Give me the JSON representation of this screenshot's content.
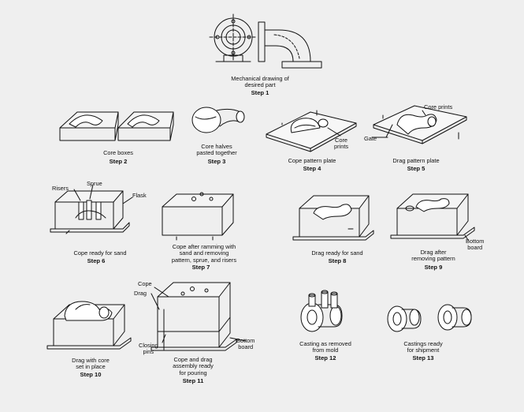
{
  "steps": [
    {
      "caption": "Mechanical drawing of\ndesired part",
      "step": "Step 1"
    },
    {
      "caption": "Core boxes",
      "step": "Step 2"
    },
    {
      "caption": "Core halves\npasted together",
      "step": "Step 3"
    },
    {
      "caption": "Cope pattern plate",
      "step": "Step 4"
    },
    {
      "caption": "Drag pattern plate",
      "step": "Step 5"
    },
    {
      "caption": "Cope ready for sand",
      "step": "Step 6"
    },
    {
      "caption": "Cope after ramming with\nsand and removing\npattern, sprue, and risers",
      "step": "Step 7"
    },
    {
      "caption": "Drag ready for sand",
      "step": "Step 8"
    },
    {
      "caption": "Drag after\nremoving pattern",
      "step": "Step 9"
    },
    {
      "caption": "Drag with core\nset in place",
      "step": "Step 10"
    },
    {
      "caption": "Cope and drag\nassembly ready\nfor pouring",
      "step": "Step 11"
    },
    {
      "caption": "Casting as removed\nfrom mold",
      "step": "Step 12"
    },
    {
      "caption": "Castings ready\nfor shipment",
      "step": "Step 13"
    }
  ],
  "callouts": {
    "core_prints_4": "Core\nprints",
    "core_prints_5": "Core prints",
    "gate": "Gate",
    "risers": "Risers",
    "sprue": "Sprue",
    "flask": "Flask",
    "bottom_board_9": "Bottom\nboard",
    "cope": "Cope",
    "drag": "Drag",
    "closing_pins": "Closing\npins",
    "bottom_board_11": "Bottom\nboard"
  }
}
